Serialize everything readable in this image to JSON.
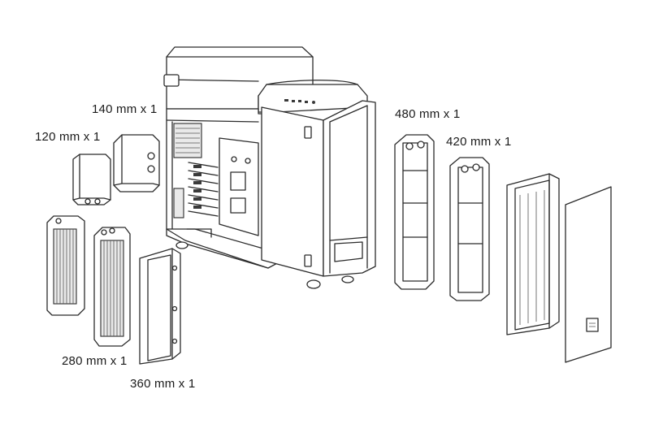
{
  "labels": {
    "radiator_140": "140 mm x 1",
    "radiator_120": "120 mm x 1",
    "radiator_480": "480 mm x 1",
    "radiator_420": "420 mm x 1",
    "radiator_280": "280 mm x 1",
    "radiator_360": "360 mm x 1"
  },
  "colors": {
    "line": "#2b2b2b",
    "background": "#ffffff",
    "text": "#1a1a1a"
  }
}
